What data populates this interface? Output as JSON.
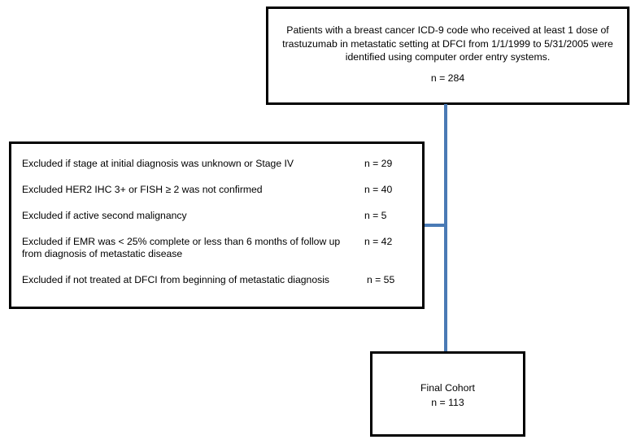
{
  "diagram": {
    "type": "patient-selection-flowchart",
    "connector_color": "#4a7ab5",
    "border_color": "#000000",
    "background_color": "#ffffff"
  },
  "enrollment_box": {
    "description": "Patients with a breast cancer ICD-9 code who received at least 1 dose of trastuzumab in metastatic setting at DFCI from 1/1/1999 to 5/31/2005 were identified using computer order entry systems.",
    "count": "n = 284"
  },
  "exclusion_box": {
    "rows": [
      {
        "label": "Excluded if stage at initial diagnosis was unknown  or Stage IV",
        "count": "n = 29"
      },
      {
        "label": "Excluded HER2 IHC  3+ or FISH ≥ 2 was  not confirmed",
        "count": "n = 40"
      },
      {
        "label": "Excluded if active second malignancy",
        "count": "n = 5"
      },
      {
        "label": "Excluded if EMR was  < 25%  complete or less than  6 months of follow up from diagnosis of metastatic disease",
        "count": "n = 42"
      },
      {
        "label": "Excluded if not treated at DFCI  from beginning of metastatic diagnosis",
        "count": "n = 55"
      }
    ]
  },
  "final_box": {
    "title": "Final Cohort",
    "count": "n = 113"
  }
}
